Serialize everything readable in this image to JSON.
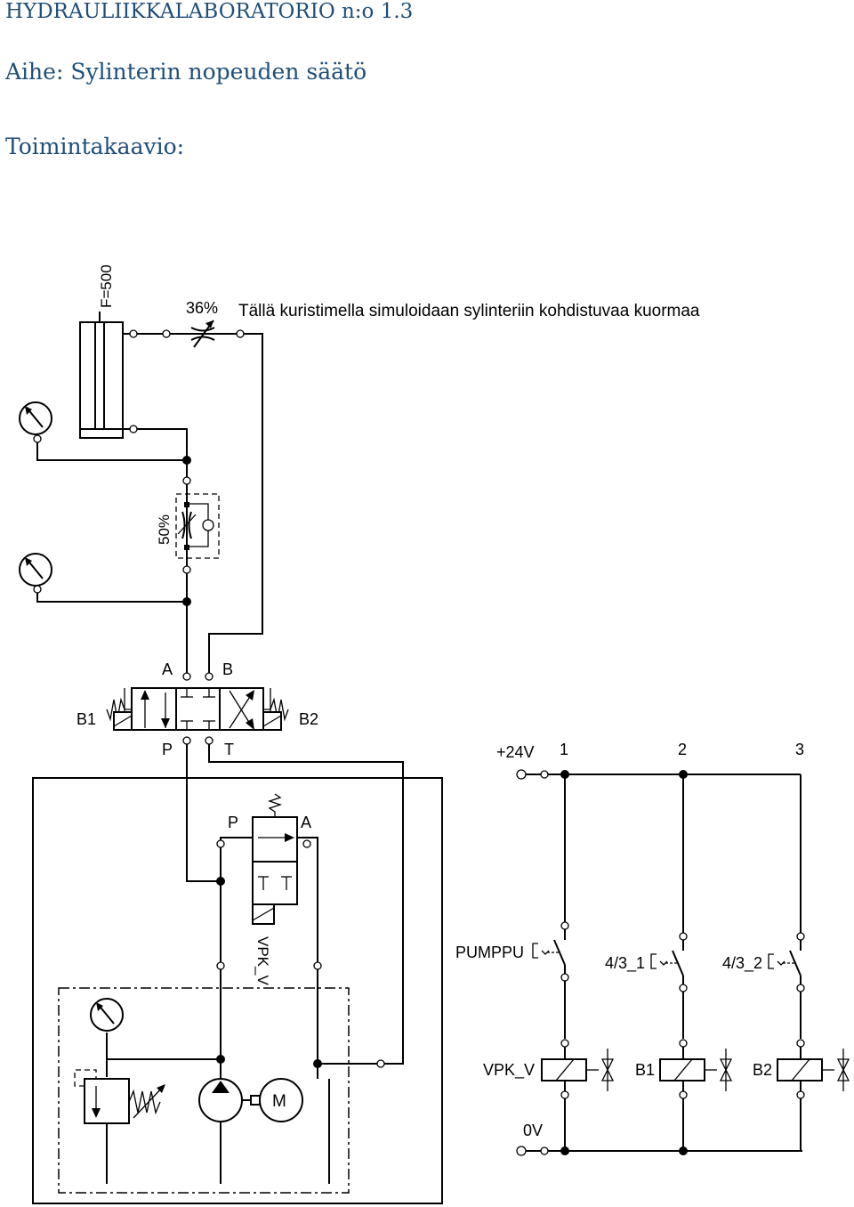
{
  "document": {
    "title": "HYDRAULIIKKALABORATORIO n:o 1.3",
    "subject": "Aihe: Sylinterin nopeuden säätö",
    "section": "Toimintakaavio:"
  },
  "hydraulic": {
    "cylinder_force_label": "F=500",
    "load_throttle_percent": "36%",
    "load_note": "Tällä kuristimella simuloidaan sylinteriin kohdistuvaa kuormaa",
    "flow_control_percent": "50%",
    "directional_valve": {
      "port_a": "A",
      "port_b": "B",
      "port_p": "P",
      "port_t": "T",
      "solenoid_left": "B1",
      "solenoid_right": "B2"
    },
    "bypass_valve": {
      "port_p": "P",
      "port_a": "A",
      "name": "VPK_V"
    },
    "motor_label": "M"
  },
  "electrical": {
    "supply_label": "+24V",
    "ground_label": "0V",
    "rungs": [
      {
        "number": "1",
        "switch_label": "PUMPPU",
        "coil_label": "VPK_V"
      },
      {
        "number": "2",
        "switch_label": "4/3_1",
        "coil_label": "B1"
      },
      {
        "number": "3",
        "switch_label": "4/3_2",
        "coil_label": "B2"
      }
    ]
  },
  "colors": {
    "heading": "#1f4e79",
    "lines": "#000000",
    "background": "#ffffff"
  }
}
